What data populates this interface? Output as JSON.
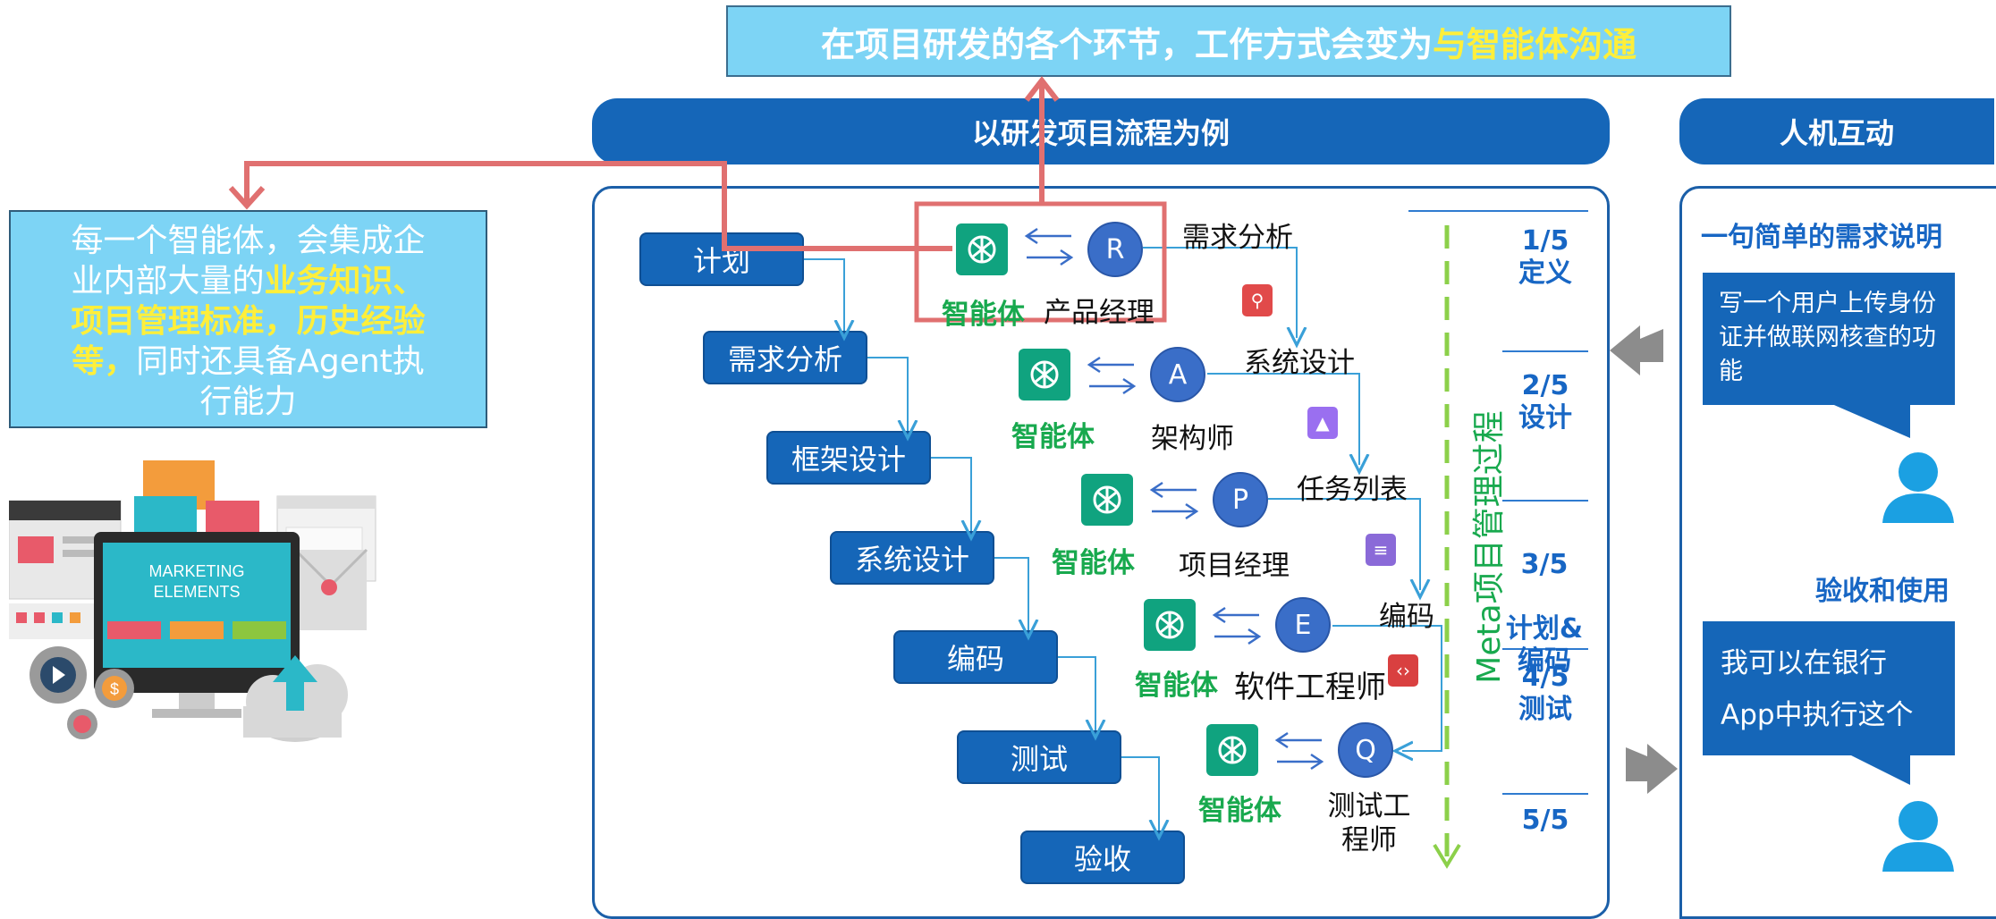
{
  "banner": {
    "main": "在项目研发的各个环节，工作方式会变为",
    "highlight": "与智能体沟通"
  },
  "center_header": "以研发项目流程为例",
  "right_header": "人机互动",
  "callout": {
    "part1": "每一个智能体，会集成企业内部大量的",
    "highlight": "业务知识、项目管理标准，历史经验等，",
    "part2": "同时还具备Agent执行能力"
  },
  "illustration": {
    "screen_line1": "MARKETING",
    "screen_line2": "ELEMENTS"
  },
  "steps": [
    "计划",
    "需求分析",
    "框架设计",
    "系统设计",
    "编码",
    "测试",
    "验收"
  ],
  "agent_label": "智能体",
  "agents": [
    {
      "letter": "R",
      "role": "产品经理"
    },
    {
      "letter": "A",
      "role": "架构师"
    },
    {
      "letter": "P",
      "role": "项目经理"
    },
    {
      "letter": "E",
      "role": "软件工程师"
    },
    {
      "letter": "Q",
      "role": "测试工\n程师"
    }
  ],
  "artifacts": [
    "需求分析",
    "系统设计",
    "任务列表",
    "编码"
  ],
  "meta_label": "Meta项目管理过程",
  "phases": [
    {
      "num": "1/5",
      "name": "定义"
    },
    {
      "num": "2/5",
      "name": "设计"
    },
    {
      "num": "3/5",
      "name": "计划&\n编码"
    },
    {
      "num": "4/5",
      "name": "测试"
    },
    {
      "num": "5/5",
      "name": ""
    }
  ],
  "right_panel": {
    "requirement_title": "一句简单的需求说明",
    "requirement_text": "写一个用户上传身份证并做联网核查的功能",
    "accept_title": "验收和使用",
    "accept_text_line1": "我可以在银行",
    "accept_text_line2": "App中执行这个"
  },
  "colors": {
    "primary": "#1566b8",
    "agent_green": "#18a94e",
    "highlight_yellow": "#ffef3a",
    "red_line": "#e07070",
    "banner_bg": "#7dd4f5"
  }
}
